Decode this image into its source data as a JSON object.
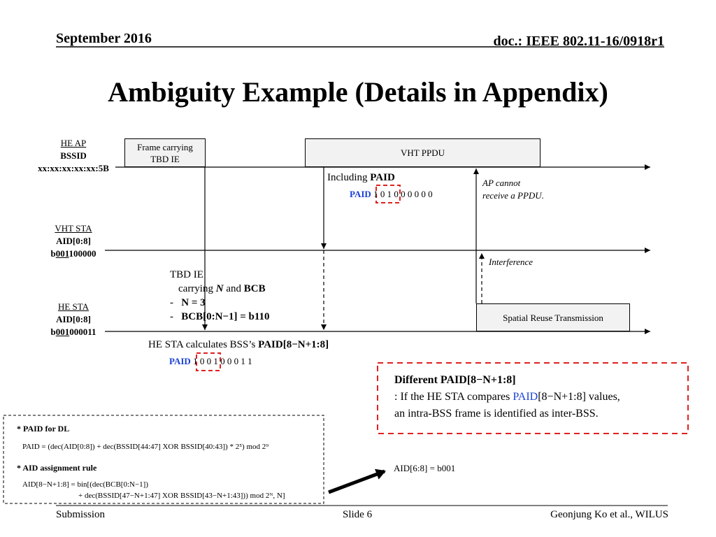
{
  "header": {
    "date": "September 2016",
    "doc": "doc.: IEEE 802.11-16/0918r1"
  },
  "title": "Ambiguity Example (Details in Appendix)",
  "stations": {
    "he_ap": {
      "name": "HE AP",
      "id_label": "BSSID",
      "id_value": "xx:xx:xx:xx:xx:5B"
    },
    "vht_sta": {
      "name": "VHT STA",
      "id_label": "AID[0:8]",
      "prefix": "b",
      "underlined": "001",
      "rest": "100000"
    },
    "he_sta": {
      "name": "HE STA",
      "id_label": "AID[0:8]",
      "prefix": "b",
      "underlined": "001",
      "rest": "000011"
    }
  },
  "frames": {
    "frame_carrying": "Frame carrying TBD IE",
    "vht_ppdu": "VHT PPDU",
    "spatial_reuse": "Spatial Reuse Transmission"
  },
  "annotations": {
    "including_prefix": "Including ",
    "including_bold": "PAID",
    "paid_label": "PAID",
    "paid_bits_hl": "1 0 1",
    "paid_bits_rest": "0 0 0 0 0 0",
    "ap_cannot_1": "AP cannot",
    "ap_cannot_2": "receive a PPDU.",
    "interference": "Interference",
    "tbd_ie": "TBD IE",
    "carrying_pre": "carrying ",
    "carrying_n": "N",
    "carrying_and": " and ",
    "carrying_bcb": "BCB",
    "dash": "-",
    "n_eq": "N = 3",
    "bcb_eq": "BCB[0:N−1] = b110",
    "calc_pre": "HE STA calculates BSS’s ",
    "calc_bold": "PAID[8−N+1:8]",
    "paid2_label": "PAID",
    "paid2_bits_hl": "1 0 0",
    "paid2_bits_rest": "1 0 0 0 1 1"
  },
  "different_box": {
    "title": "Different PAID[8−N+1:8]",
    "line1_pre": ": If the HE STA compares ",
    "line1_paid": "PAID",
    "line1_post": "[8−N+1:8] values,",
    "line2": "an intra-BSS frame is identified as inter-BSS."
  },
  "formula_box": {
    "paid_heading": "* PAID for DL",
    "paid_formula": "PAID = (dec(AID[0:8]) + dec(BSSID[44:47] XOR BSSID[40:43]) * 2⁵) mod 2⁹",
    "aid_heading": "* AID assignment rule",
    "aid_formula_1": "AID[8−N+1:8] = bin[(dec(BCB[0:N−1])",
    "aid_formula_2": "+ dec(BSSID[47−N+1:47] XOR BSSID[43−N+1:43])) mod 2ᴺ, N]"
  },
  "aid_result": "AID[6:8] = b001",
  "footer": {
    "left": "Submission",
    "center": "Slide 6",
    "right": "Geonjung Ko et al., WILUS"
  },
  "colors": {
    "red_dash": "#e02020",
    "blue": "#1a3fd6"
  }
}
